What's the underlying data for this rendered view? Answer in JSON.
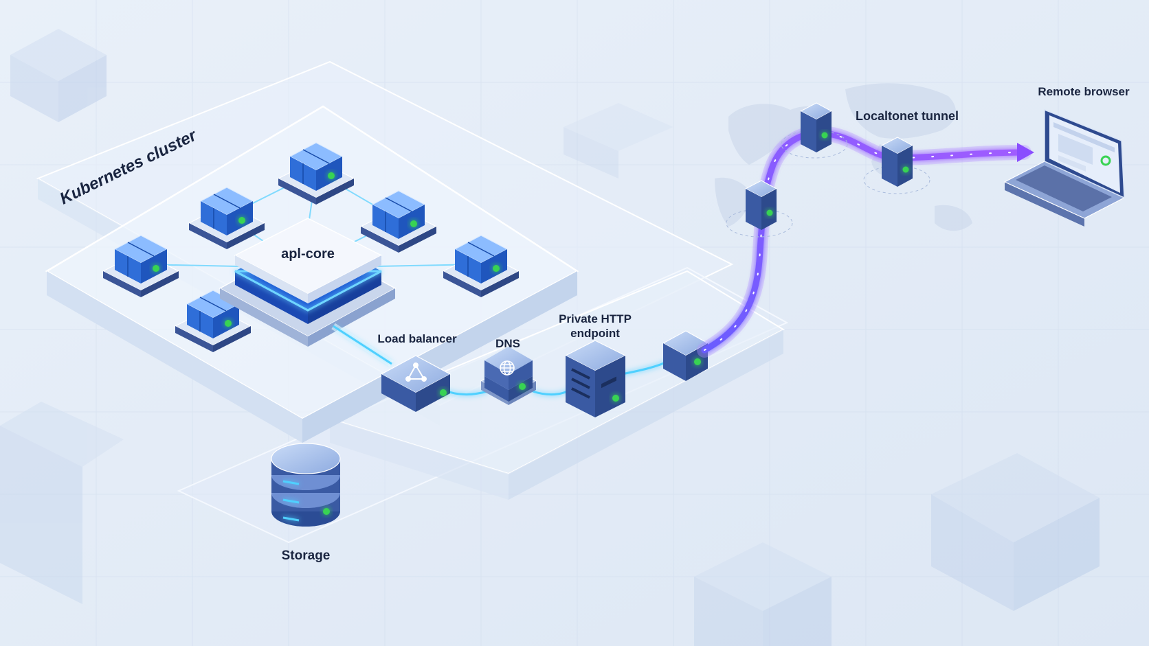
{
  "labels": {
    "cluster": "Kubernetes cluster",
    "core": "apl-core",
    "load_balancer": "Load balancer",
    "dns": "DNS",
    "private_endpoint_line1": "Private HTTP",
    "private_endpoint_line2": "endpoint",
    "storage": "Storage",
    "tunnel": "Localtonet tunnel",
    "remote_browser": "Remote browser"
  },
  "colors": {
    "background": "#e6edf7",
    "node_blue": "#2f6ed8",
    "status_green": "#39d353",
    "tunnel_purple": "#8a4dff",
    "link_cyan": "#4fd0ff",
    "label_dark": "#1a2540",
    "tunnel_label": "#4a2fd0"
  },
  "icons": {
    "load_balancer": "network-share-icon",
    "dns": "globe-icon",
    "storage": "database-icon",
    "remote_browser": "laptop-icon"
  }
}
